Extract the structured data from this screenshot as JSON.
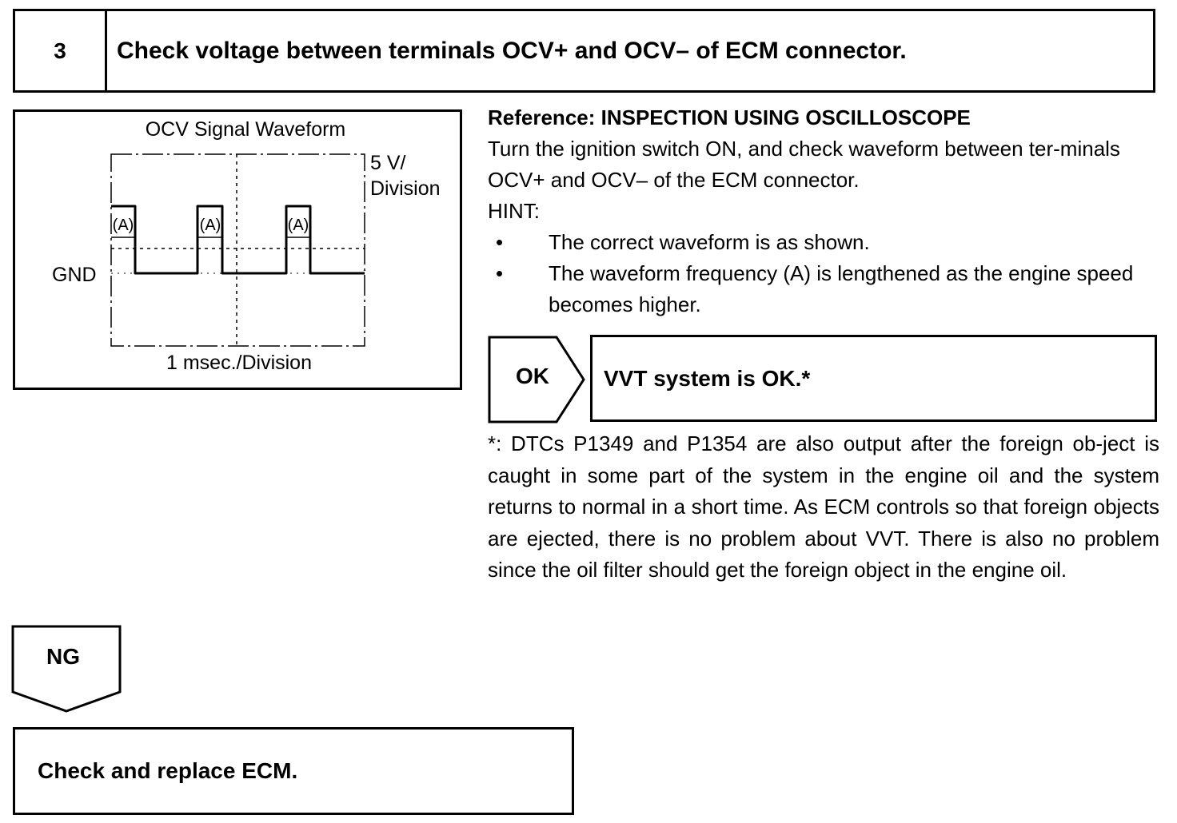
{
  "step": {
    "number": "3",
    "title": "Check voltage between terminals OCV+ and OCV– of ECM connector."
  },
  "figure": {
    "title": "OCV Signal Waveform",
    "y_scale_line1": "5 V/",
    "y_scale_line2": "Division",
    "gnd_label": "GND",
    "x_scale": "1 msec./Division",
    "pulse_label": "(A)"
  },
  "reference": {
    "title": "Reference: INSPECTION USING OSCILLOSCOPE",
    "body": "Turn the ignition switch ON, and check waveform between ter-minals OCV+ and OCV– of the ECM connector.",
    "hint_label": "HINT:",
    "bullets": [
      "The correct waveform is as shown.",
      "The waveform frequency (A) is lengthened as the engine speed becomes higher."
    ],
    "bullet_char": "•"
  },
  "ok": {
    "label": "OK",
    "result": "VVT system is OK.*"
  },
  "note": "*: DTCs P1349 and P1354 are also output after the foreign ob-ject is caught in some part of the system in the engine oil and the system returns to normal in a short time. As ECM controls so that foreign objects are ejected, there is no problem about VVT. There is also no problem since the oil filter should get the foreign object in the engine oil.",
  "ng": {
    "label": "NG",
    "result": "Check and replace ECM."
  }
}
